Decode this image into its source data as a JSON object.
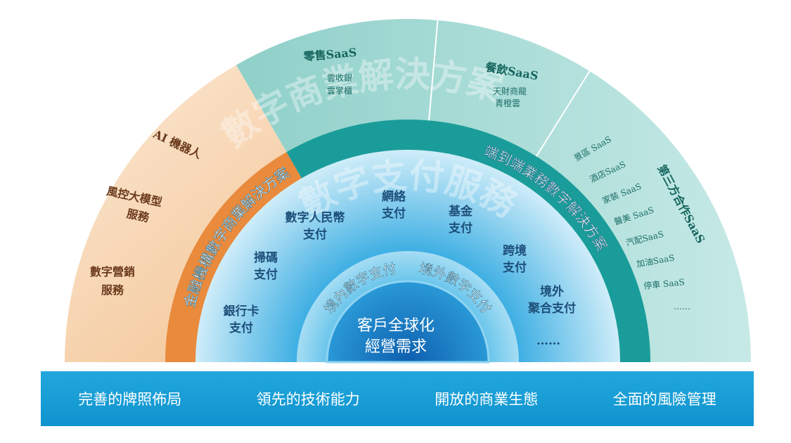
{
  "outer_left": {
    "items": [
      "AI 機器人",
      "風控大模型",
      "服務",
      "數字營銷",
      "服務"
    ]
  },
  "orange_band": "金融機構數字商業解決方案",
  "outer_right": {
    "watermark": "數字商業解決方案",
    "retail": {
      "title": "零售SaaS",
      "items": [
        "雲收銀",
        "雲掌櫃"
      ]
    },
    "catering": {
      "title": "餐飲SaaS",
      "items": [
        "天財商龍",
        "青橙雲"
      ]
    },
    "third_party": {
      "title": "第三方合作SaaS",
      "items": [
        "景區 SaaS",
        "酒店SaaS",
        "家裝 SaaS",
        "醫美 SaaS",
        "汽配SaaS",
        "加油SaaS",
        "停車 SaaS",
        "……"
      ]
    }
  },
  "teal_band": "端到端業務數字解決方案",
  "payment": {
    "watermark": "數字支付服務",
    "items": [
      [
        "銀行卡",
        "支付"
      ],
      [
        "掃碼",
        "支付"
      ],
      [
        "數字人民幣",
        "支付"
      ],
      [
        "網絡",
        "支付"
      ],
      [
        "基金",
        "支付"
      ],
      [
        "跨境",
        "支付"
      ],
      [
        "境外",
        "聚合支付"
      ]
    ],
    "more": "……"
  },
  "inner": {
    "left": "境內數字支付",
    "right": "境外數字支付",
    "core": [
      "客戶全球化",
      "經營需求"
    ]
  },
  "bottom_bar": [
    "完善的牌照佈局",
    "領先的技術能力",
    "開放的商業生態",
    "全面的風險管理"
  ],
  "colors": {
    "orange": "#e98a3c",
    "peach": "#f6cfa6",
    "teal": "#1a9d9a",
    "light_teal": "#9fd8d3",
    "blue": "#3fb3e6",
    "core_blue": "#1479c4",
    "bar_blue": "#1aa0d8"
  }
}
